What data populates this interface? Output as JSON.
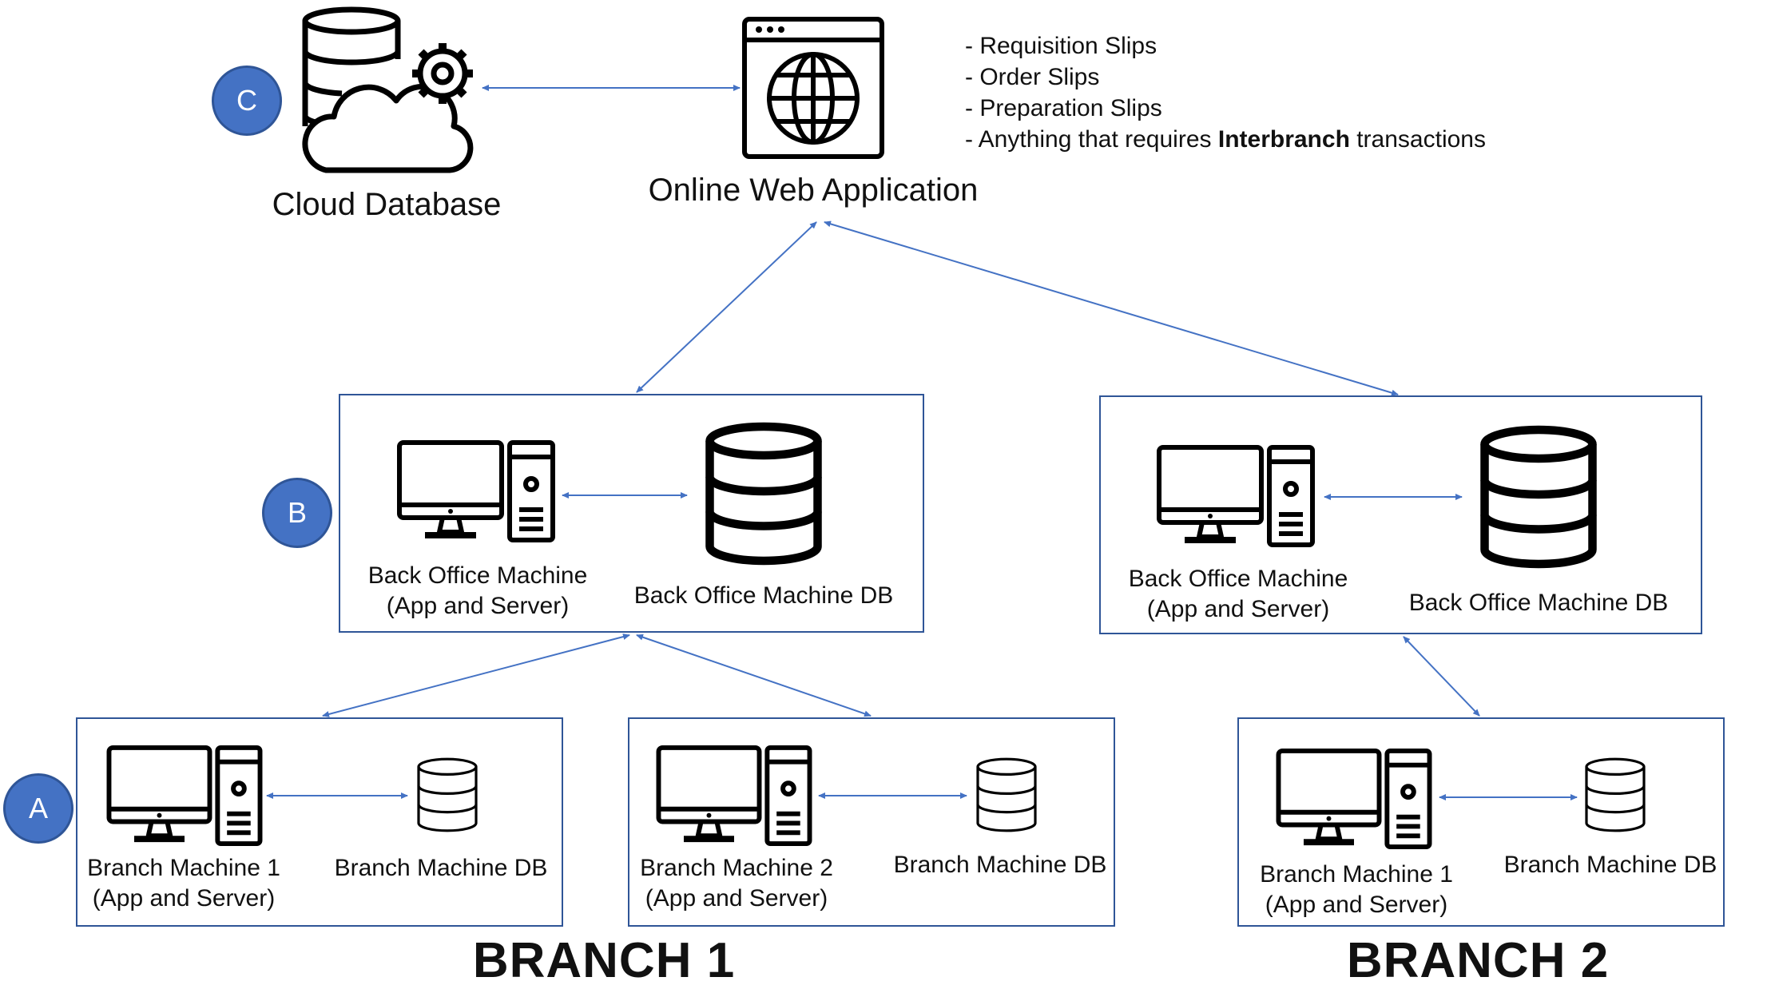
{
  "colors": {
    "connector": "#4472c4",
    "box_border": "#2f5597",
    "marker_fill": "#4472c4",
    "icon": "#000000"
  },
  "markers": {
    "a": "A",
    "b": "B",
    "c": "C"
  },
  "cloud_database": {
    "label": "Cloud Database",
    "icon": "cloud-database-gear-icon"
  },
  "web_app": {
    "label": "Online Web Application",
    "icon": "web-browser-globe-icon"
  },
  "bullets": [
    {
      "text": "- Requisition Slips"
    },
    {
      "text": "- Order Slips"
    },
    {
      "text": "- Preparation Slips"
    },
    {
      "prefix": "- Anything that requires ",
      "bold": "Interbranch",
      "suffix": " transactions"
    }
  ],
  "branch1": {
    "title": "BRANCH 1",
    "back_office": {
      "machine_line1": "Back Office Machine",
      "machine_line2": "(App and Server)",
      "db": "Back Office Machine DB"
    },
    "branch_machines": [
      {
        "line1": "Branch Machine 1",
        "line2": "(App and Server)",
        "db": "Branch Machine DB"
      },
      {
        "line1": "Branch Machine 2",
        "line2": "(App and Server)",
        "db": "Branch Machine DB"
      }
    ]
  },
  "branch2": {
    "title": "BRANCH 2",
    "back_office": {
      "machine_line1": "Back Office Machine",
      "machine_line2": "(App and Server)",
      "db": "Back Office Machine DB"
    },
    "branch_machines": [
      {
        "line1": "Branch Machine 1",
        "line2": "(App and Server)",
        "db": "Branch Machine DB"
      }
    ]
  }
}
